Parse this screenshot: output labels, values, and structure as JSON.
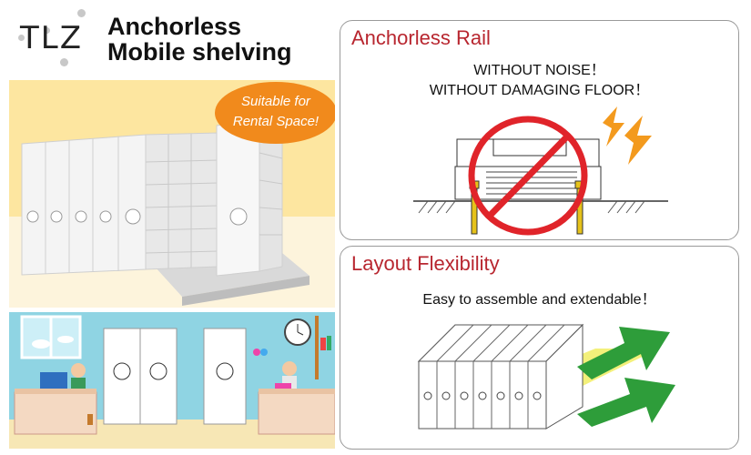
{
  "brand": {
    "logo": "TLZ",
    "title_line1": "Anchorless",
    "title_line2": "Mobile shelving"
  },
  "badge": {
    "line1": "Suitable for",
    "line2": "Rental Space!"
  },
  "rail_panel": {
    "title": "Anchorless Rail",
    "line1": "WITHOUT NOISE！",
    "line2": "WITHOUT DAMAGING FLOOR！"
  },
  "layout_panel": {
    "title": "Layout Flexibility",
    "line1": "Easy to assemble and extendable！"
  },
  "colors": {
    "accent_red": "#b8262f",
    "badge_orange": "#f18a1c",
    "arrow_green": "#2e9d3a",
    "arrow_yellow": "#f3f07a",
    "lightning_orange": "#f39a1e",
    "prohibit_red": "#e0242a"
  }
}
